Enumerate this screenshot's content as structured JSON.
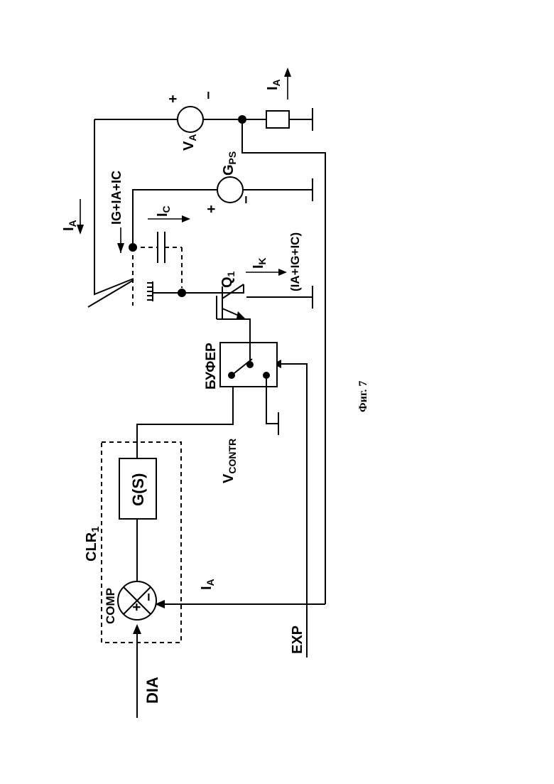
{
  "labels": {
    "dia": "DIA",
    "comp": "COMP",
    "clr1": "CLR",
    "clr1_sub": "1",
    "gs": "G(S)",
    "exp": "EXP",
    "ia_feedback": "I",
    "ia_feedback_sub": "A",
    "vcontr": "V",
    "vcontr_sub": "CONTR",
    "bufer": "БУФЕР",
    "q1": "Q",
    "q1_sub": "1",
    "ik": "I",
    "ik_sub": "K",
    "ia_plus_ig_plus_ic": "(IA+IG+IC)",
    "ic": "I",
    "ic_sub": "C",
    "ig_ia_ic": "IG+IA+IC",
    "ia_left": "I",
    "ia_left_sub": "A",
    "gps": "G",
    "gps_sub": "PS",
    "va": "V",
    "va_sub": "A",
    "ia_top": "I",
    "ia_top_sub": "A",
    "plus": "+",
    "minus": "−",
    "figure_caption": "Фиг. 7"
  }
}
